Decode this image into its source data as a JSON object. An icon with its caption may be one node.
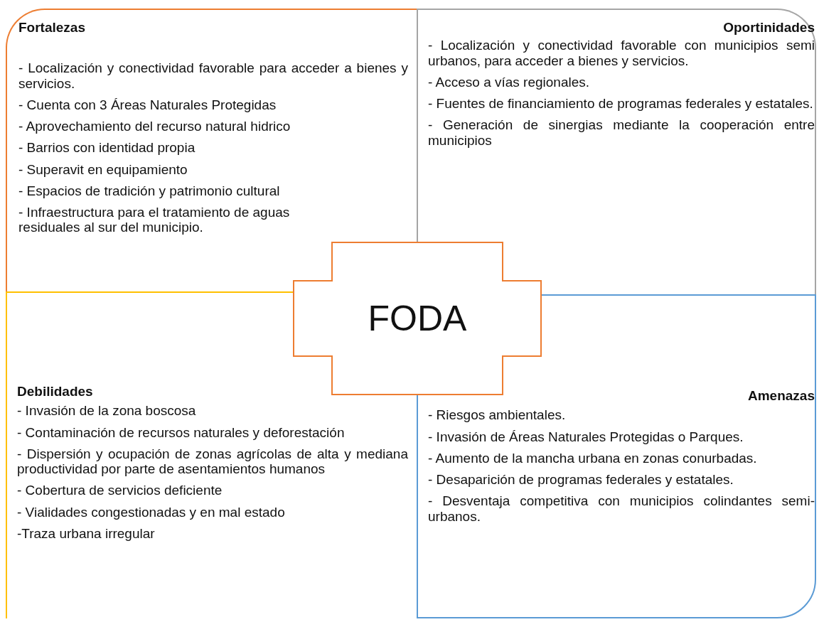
{
  "diagram": {
    "nodes": [
      {
        "text": [
          "Fortalezas",
          "- Localización y conectividad favorable para acceder a bienes y servicios.",
          "- Cuenta con 3 Áreas Naturales Protegidas",
          "- Aprovechamiento del recurso natural hidrico",
          "- Barrios con identidad propia",
          "- Superavit en equipamiento",
          "- Espacios de tradición y patrimonio cultural",
          "- Infraestructura para el tratamiento de aguas residuales al sur del municipio."
        ]
      },
      {
        "text": [
          "Oportinidades",
          "- Localización y conectividad favorable con municipios semi urbanos, para acceder a bienes y servicios.",
          "- Acceso a vías regionales.",
          "- Fuentes de financiamiento de programas federales y estatales.",
          "- Generación de sinergias mediante la cooperación entre municipios"
        ]
      },
      {
        "text": [
          "Debilidades",
          "- Invasión de la zona boscosa",
          "- Contaminación de recursos naturales y deforestación",
          "- Dispersión y ocupación de zonas agrícolas de alta y mediana productividad por parte de asentamientos humanos",
          "- Cobertura de servicios deficiente",
          "- Vialidades congestionadas y en mal estado",
          "-Traza urbana irregular"
        ]
      },
      {
        "text": [
          "Amenazas",
          "- Riesgos ambientales.",
          "- Invasión de Áreas Naturales Protegidas o Parques.",
          "- Aumento de la mancha urbana en zonas conurbadas.",
          "- Desaparición de programas federales y estatales.",
          "- Desventaja competitiva con municipios colindantes semi-urbanos."
        ]
      },
      {
        "text": [
          "FODA"
        ]
      }
    ]
  }
}
